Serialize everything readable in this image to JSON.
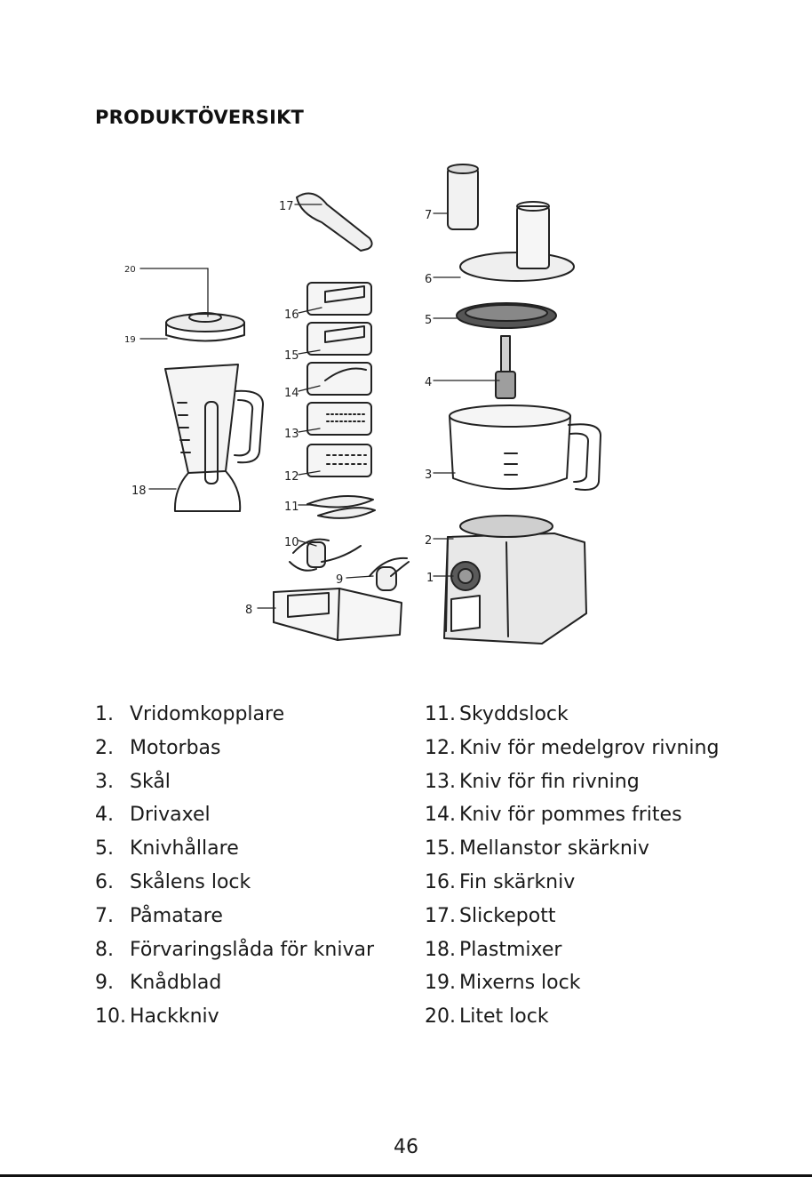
{
  "title": "PRODUKTÖVERSIKT",
  "diagram_labels": [
    "1",
    "2",
    "3",
    "4",
    "5",
    "6",
    "7",
    "8",
    "9",
    "10",
    "11",
    "12",
    "13",
    "14",
    "15",
    "16",
    "17",
    "18",
    "19",
    "20"
  ],
  "parts_left": [
    {
      "num": "1.",
      "label": "Vridomkopplare"
    },
    {
      "num": "2.",
      "label": "Motorbas"
    },
    {
      "num": "3.",
      "label": "Skål"
    },
    {
      "num": "4.",
      "label": "Drivaxel"
    },
    {
      "num": "5.",
      "label": "Knivhållare"
    },
    {
      "num": "6.",
      "label": "Skålens lock"
    },
    {
      "num": "7.",
      "label": "Påmatare"
    },
    {
      "num": "8.",
      "label": "Förvaringslåda för knivar"
    },
    {
      "num": "9.",
      "label": "Knådblad"
    },
    {
      "num": "10.",
      "label": "Hackkniv"
    }
  ],
  "parts_right": [
    {
      "num": "11.",
      "label": "Skyddslock"
    },
    {
      "num": "12.",
      "label": "Kniv för medelgrov rivning"
    },
    {
      "num": "13.",
      "label": "Kniv för fin rivning"
    },
    {
      "num": "14.",
      "label": "Kniv för pommes frites"
    },
    {
      "num": "15.",
      "label": "Mellanstor skärkniv"
    },
    {
      "num": "16.",
      "label": "Fin skärkniv"
    },
    {
      "num": "17.",
      "label": "Slickepott"
    },
    {
      "num": "18.",
      "label": "Plastmixer"
    },
    {
      "num": "19.",
      "label": "Mixerns lock"
    },
    {
      "num": "20.",
      "label": "Litet lock"
    }
  ],
  "page_number": "46"
}
